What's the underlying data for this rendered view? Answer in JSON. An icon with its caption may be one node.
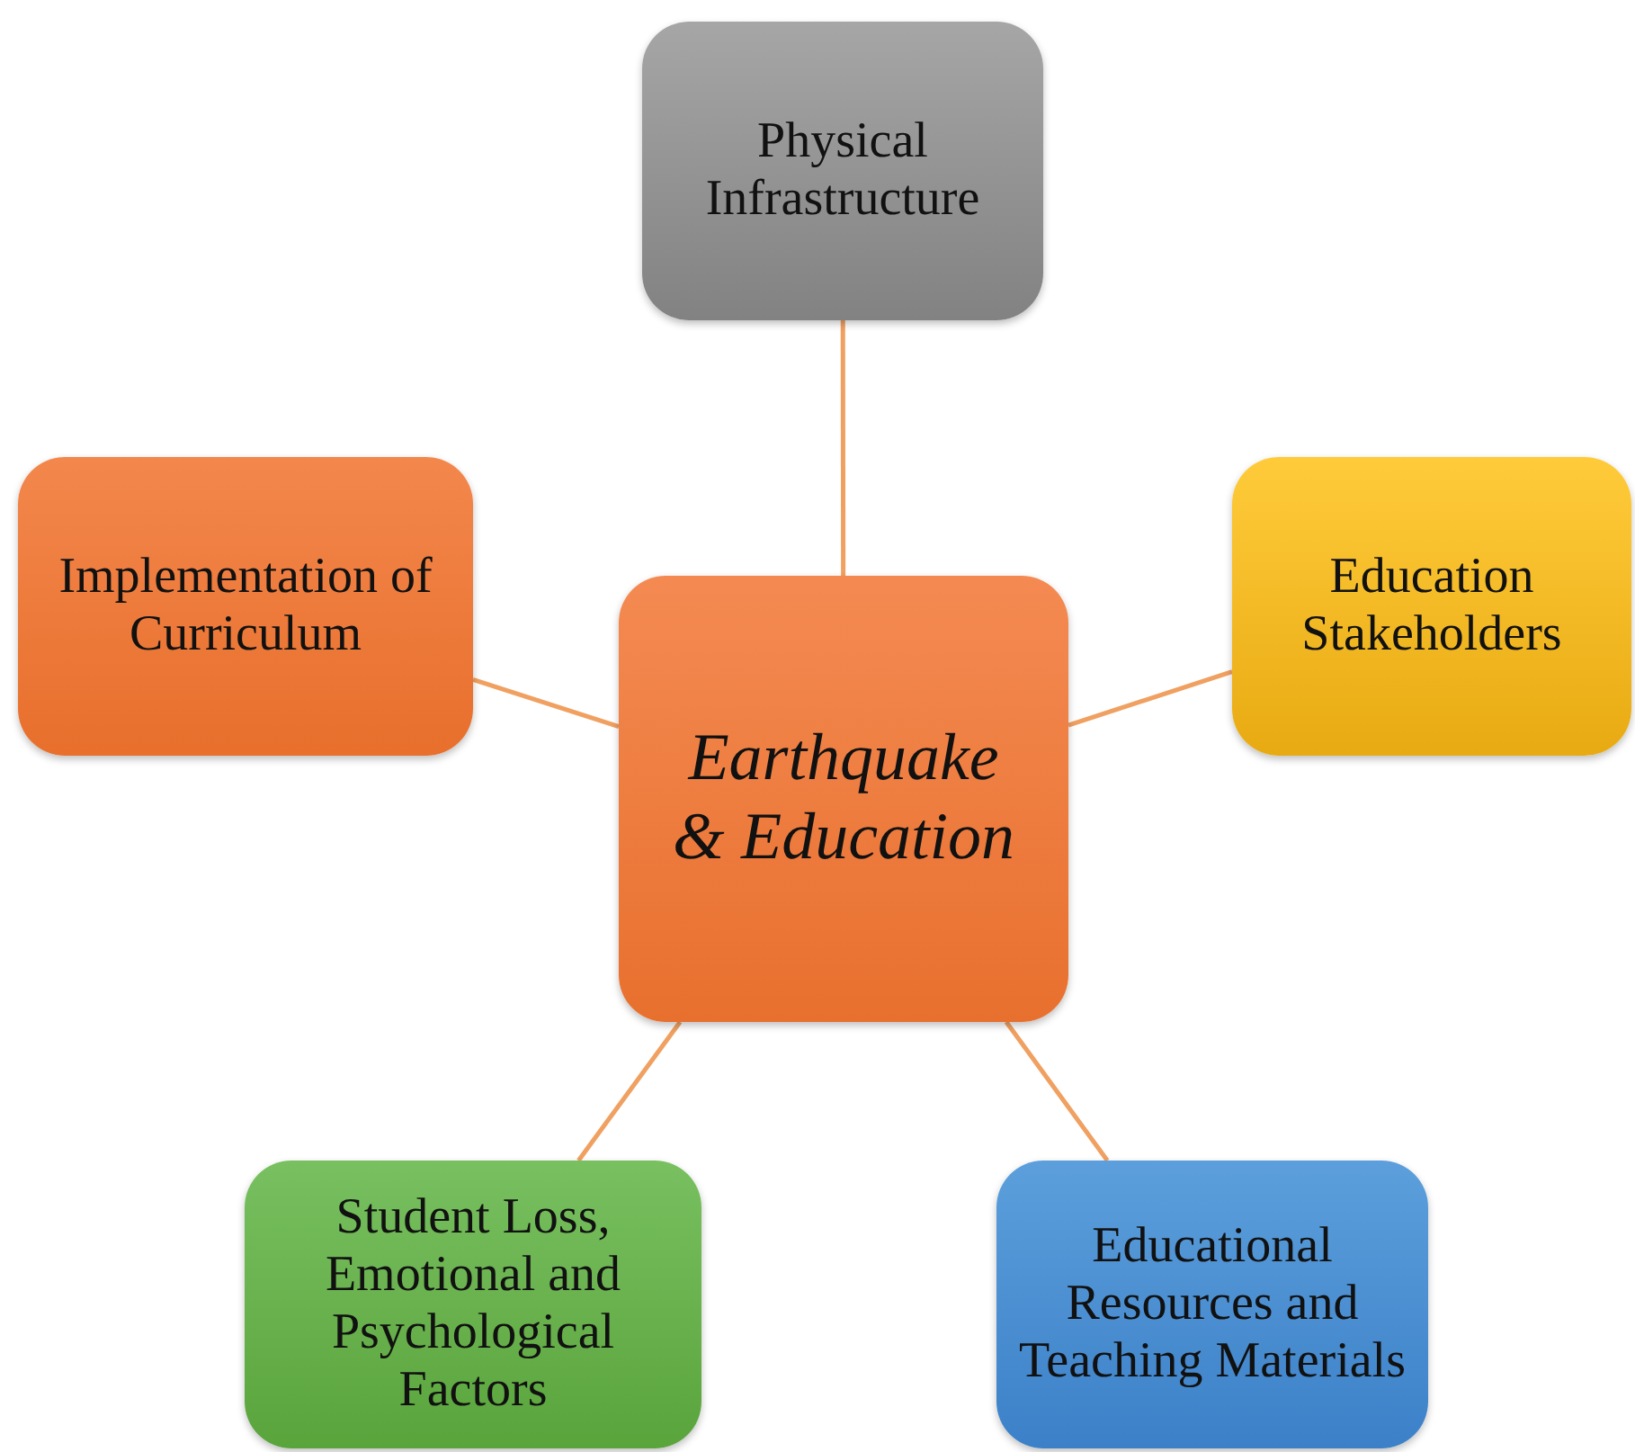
{
  "diagram": {
    "nodes": [
      {
        "text": [
          "Earthquake & Education"
        ]
      },
      {
        "text": [
          "Physical Infrastructure"
        ]
      },
      {
        "text": [
          "Implementation of Curriculum"
        ]
      },
      {
        "text": [
          "Education Stakeholders"
        ]
      },
      {
        "text": [
          "Student Loss, Emotional and Psychological Factors"
        ]
      },
      {
        "text": [
          "Educational Resources and Teaching Materials"
        ]
      }
    ],
    "edges": [
      {
        "from": 0,
        "to": 1,
        "arrow": "none"
      },
      {
        "from": 0,
        "to": 2,
        "arrow": "none"
      },
      {
        "from": 0,
        "to": 3,
        "arrow": "none"
      },
      {
        "from": 0,
        "to": 4,
        "arrow": "none"
      },
      {
        "from": 0,
        "to": 5,
        "arrow": "none"
      }
    ]
  }
}
